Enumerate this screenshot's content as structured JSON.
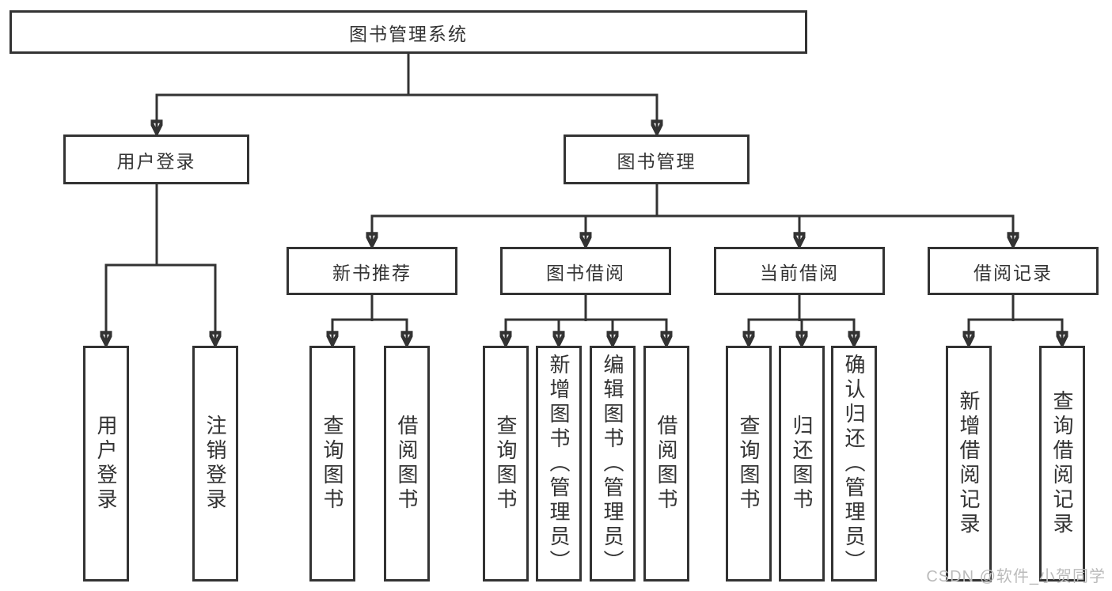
{
  "tree": {
    "root": {
      "label": "图书管理系统"
    },
    "user_branch": {
      "label": "用户登录",
      "children": [
        {
          "label": "用户登录"
        },
        {
          "label": "注销登录"
        }
      ]
    },
    "management_branch": {
      "label": "图书管理",
      "sections": [
        {
          "label": "新书推荐",
          "children": [
            {
              "label": "查询图书"
            },
            {
              "label": "借阅图书"
            }
          ]
        },
        {
          "label": "图书借阅",
          "children": [
            {
              "label": "查询图书"
            },
            {
              "label": "新增图书（管理员）"
            },
            {
              "label": "编辑图书（管理员）"
            },
            {
              "label": "借阅图书"
            }
          ]
        },
        {
          "label": "当前借阅",
          "children": [
            {
              "label": "查询图书"
            },
            {
              "label": "归还图书"
            },
            {
              "label": "确认归还（管理员）"
            }
          ]
        },
        {
          "label": "借阅记录",
          "children": [
            {
              "label": "新增借阅记录"
            },
            {
              "label": "查询借阅记录"
            }
          ]
        }
      ]
    }
  },
  "watermark": {
    "text": "CSDN @软件_小贺同学"
  },
  "colors": {
    "line": "#333333",
    "text": "#333333",
    "background": "#ffffff",
    "watermark": "#bbbbbb"
  }
}
